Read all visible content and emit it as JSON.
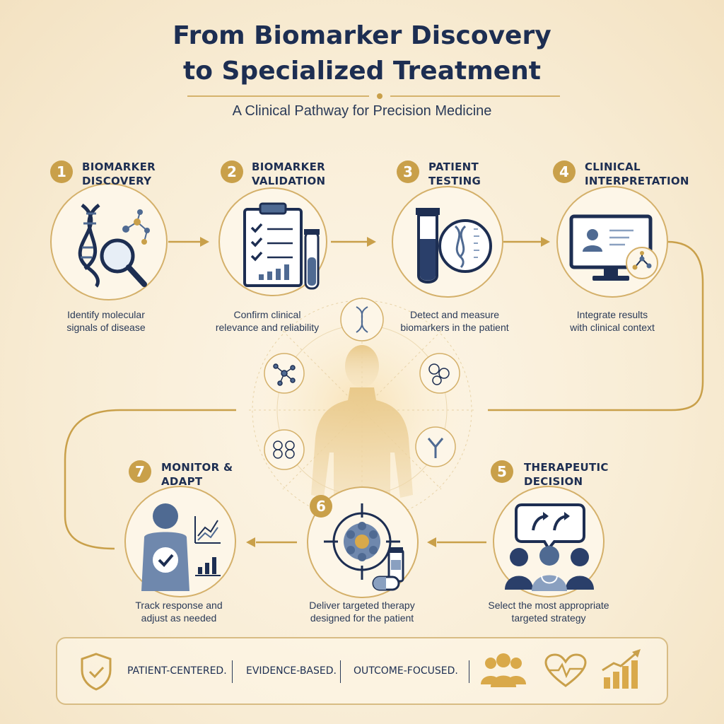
{
  "header": {
    "title_line1": "From Biomarker Discovery",
    "title_line2": "to Specialized Treatment",
    "subtitle": "A Clinical Pathway for Precision Medicine"
  },
  "steps": [
    {
      "number": "1",
      "title_line1": "BIOMARKER",
      "title_line2": "DISCOVERY",
      "desc_line1": "Identify molecular",
      "desc_line2": "signals of disease",
      "icon": "dna-magnifier-icon"
    },
    {
      "number": "2",
      "title_line1": "BIOMARKER",
      "title_line2": "VALIDATION",
      "desc_line1": "Confirm clinical",
      "desc_line2": "relevance and reliability",
      "icon": "clipboard-checklist-icon"
    },
    {
      "number": "3",
      "title_line1": "PATIENT",
      "title_line2": "TESTING",
      "desc_line1": "Detect and measure",
      "desc_line2": "biomarkers in the patient",
      "icon": "test-tube-icon"
    },
    {
      "number": "4",
      "title_line1": "CLINICAL",
      "title_line2": "INTERPRETATION",
      "desc_line1": "Integrate results",
      "desc_line2": "with clinical context",
      "icon": "monitor-patient-icon"
    },
    {
      "number": "5",
      "title_line1": "THERAPEUTIC",
      "title_line2": "DECISION",
      "desc_line1": "Select the most appropriate",
      "desc_line2": "targeted strategy",
      "icon": "care-team-icon"
    },
    {
      "number": "6",
      "title_line1": "",
      "title_line2": "",
      "desc_line1": "Deliver targeted therapy",
      "desc_line2": "designed for the patient",
      "icon": "targeted-cell-icon"
    },
    {
      "number": "7",
      "title_line1": "MONITOR &",
      "title_line2": "ADAPT",
      "desc_line1": "Track response and",
      "desc_line2": "adjust as needed",
      "icon": "patient-monitoring-icon"
    }
  ],
  "footer": {
    "items": [
      "PATIENT-CENTERED.",
      "EVIDENCE-BASED.",
      "OUTCOME-FOCUSED."
    ],
    "icons": [
      "shield-check-icon",
      "people-group-icon",
      "heart-pulse-icon",
      "growth-chart-icon"
    ]
  },
  "colors": {
    "gold": "#c9a04a",
    "navy": "#1d2e52",
    "steel": "#4f6a92"
  }
}
